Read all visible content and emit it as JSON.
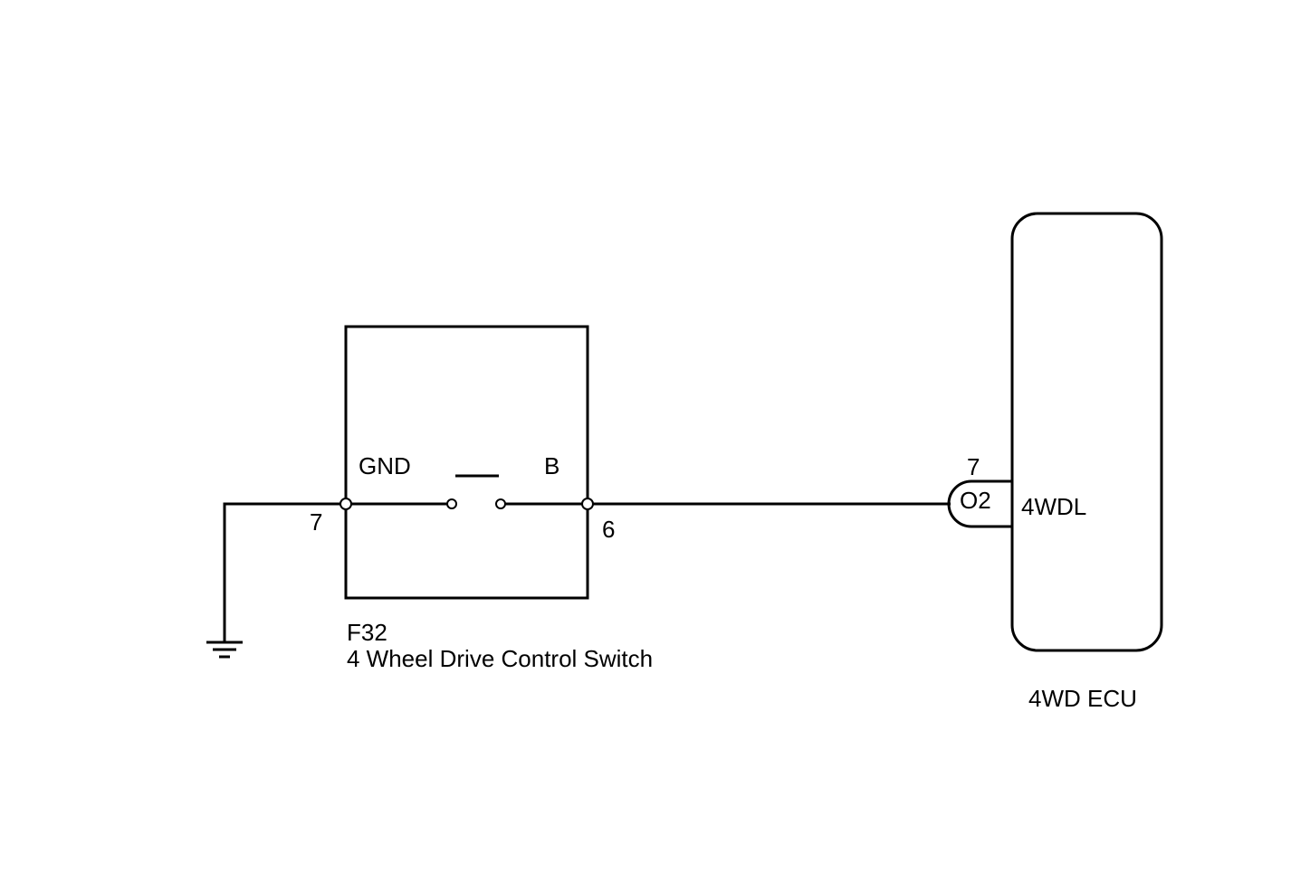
{
  "switch": {
    "connector": "F32",
    "name": "4 Wheel Drive Control Switch",
    "left_terminal_label": "GND",
    "right_terminal_label": "B",
    "left_pin": "7",
    "right_pin": "6"
  },
  "ecu": {
    "name": "4WD ECU",
    "connector": "O2",
    "pin": "7",
    "terminal_label": "4WDL"
  },
  "colors": {
    "line": "#000000",
    "background": "#ffffff"
  }
}
